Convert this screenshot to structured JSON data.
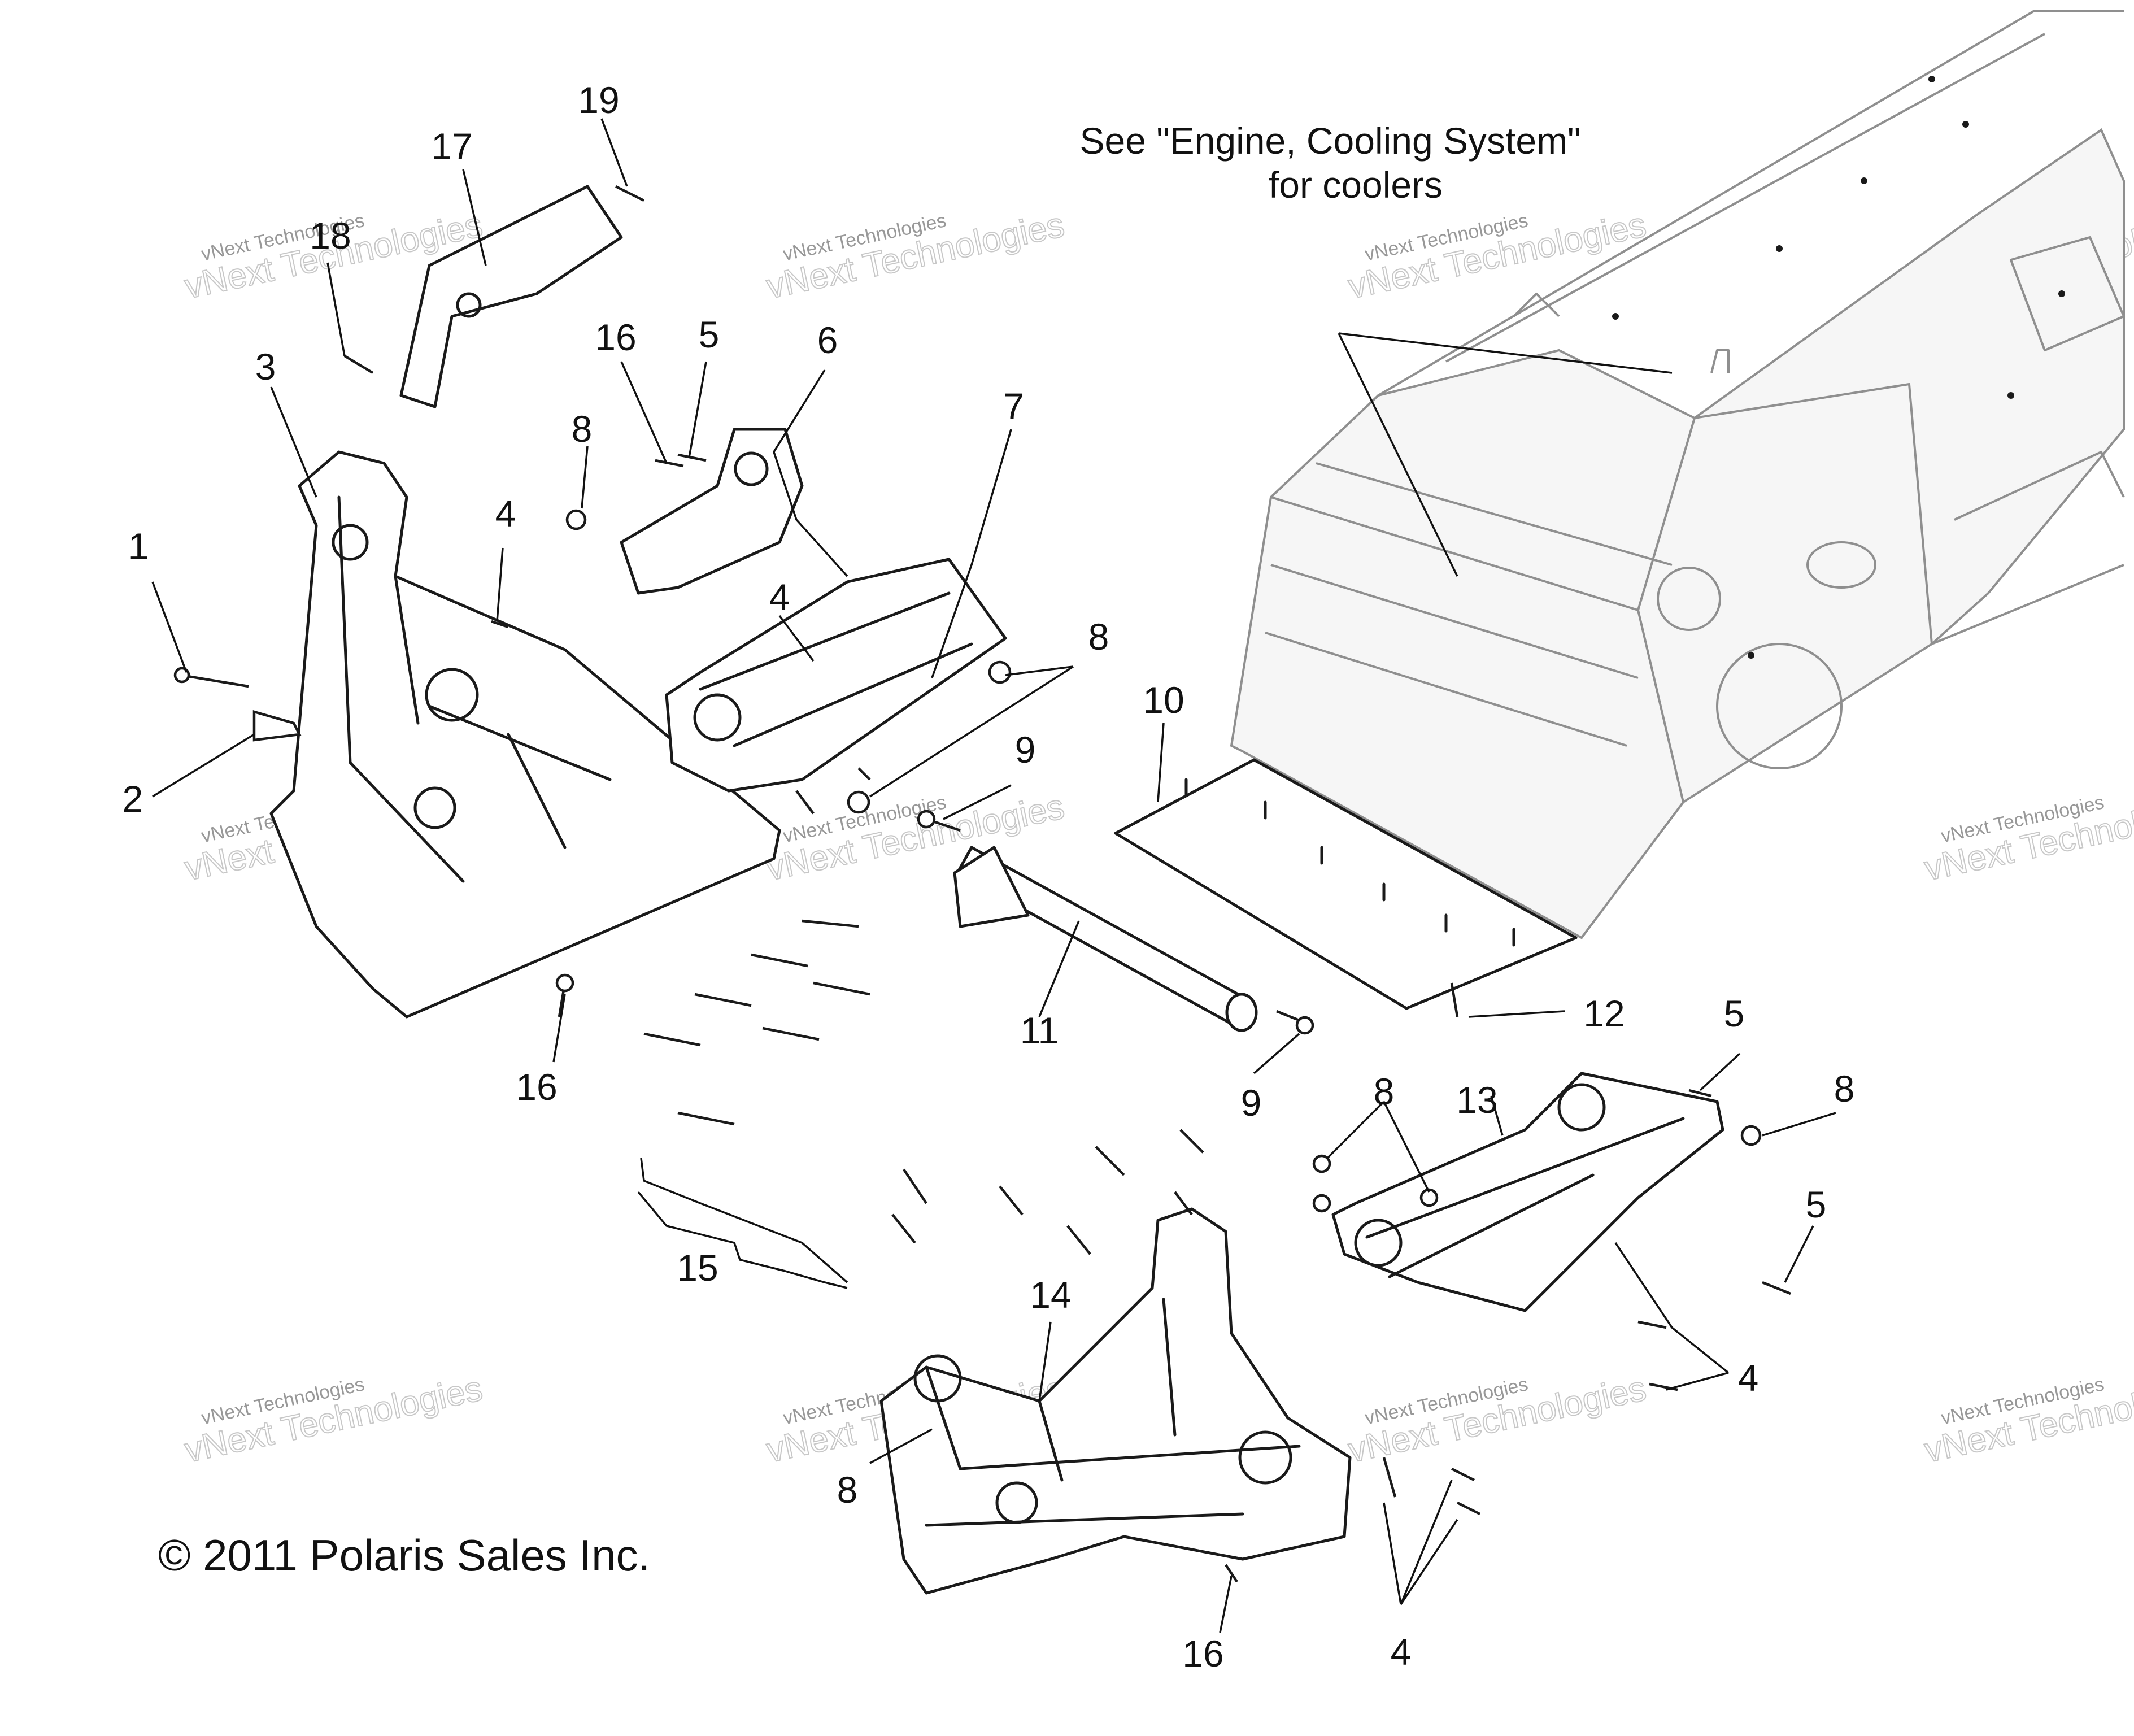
{
  "note": {
    "line1": "See \"Engine, Cooling System\"",
    "line2": "for coolers"
  },
  "copyright": "© 2011 Polaris Sales Inc.",
  "watermark": {
    "line1": "vNext Technologies",
    "line2": "vNext Technologies"
  },
  "callouts": [
    {
      "id": "c19",
      "label": "19"
    },
    {
      "id": "c17",
      "label": "17"
    },
    {
      "id": "c18",
      "label": "18"
    },
    {
      "id": "c3",
      "label": "3"
    },
    {
      "id": "c16a",
      "label": "16"
    },
    {
      "id": "c5a",
      "label": "5"
    },
    {
      "id": "c6",
      "label": "6"
    },
    {
      "id": "c7",
      "label": "7"
    },
    {
      "id": "c8a",
      "label": "8"
    },
    {
      "id": "c4a",
      "label": "4"
    },
    {
      "id": "c1",
      "label": "1"
    },
    {
      "id": "c4b",
      "label": "4"
    },
    {
      "id": "c8b",
      "label": "8"
    },
    {
      "id": "c2",
      "label": "2"
    },
    {
      "id": "c10",
      "label": "10"
    },
    {
      "id": "c9a",
      "label": "9"
    },
    {
      "id": "c11",
      "label": "11"
    },
    {
      "id": "c16b",
      "label": "16"
    },
    {
      "id": "c9b",
      "label": "9"
    },
    {
      "id": "c12",
      "label": "12"
    },
    {
      "id": "c5b",
      "label": "5"
    },
    {
      "id": "c8c",
      "label": "8"
    },
    {
      "id": "c13",
      "label": "13"
    },
    {
      "id": "c8d",
      "label": "8"
    },
    {
      "id": "c5c",
      "label": "5"
    },
    {
      "id": "c15",
      "label": "15"
    },
    {
      "id": "c14",
      "label": "14"
    },
    {
      "id": "c4c",
      "label": "4"
    },
    {
      "id": "c8e",
      "label": "8"
    },
    {
      "id": "c16c",
      "label": "16"
    },
    {
      "id": "c4d",
      "label": "4"
    }
  ]
}
